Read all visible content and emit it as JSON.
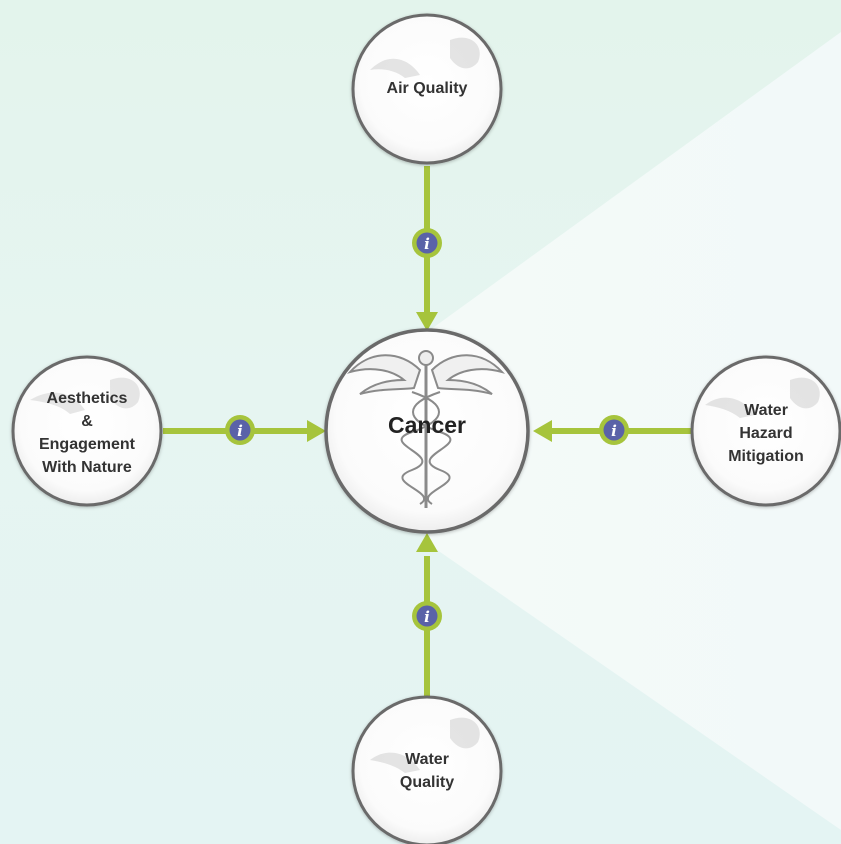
{
  "diagram": {
    "center": {
      "label": "Cancer",
      "icon": "caduceus-icon"
    },
    "nodes": [
      {
        "id": "air-quality",
        "lines": [
          "Air Quality"
        ],
        "direction": "top"
      },
      {
        "id": "aesthetics",
        "lines": [
          "Aesthetics",
          "&",
          "Engagement",
          "With Nature"
        ],
        "direction": "left"
      },
      {
        "id": "water-hazard",
        "lines": [
          "Water",
          "Hazard",
          "Mitigation"
        ],
        "direction": "right"
      },
      {
        "id": "water-quality",
        "lines": [
          "Water",
          "Quality"
        ],
        "direction": "bottom"
      }
    ],
    "info_badge_glyph": "i",
    "colors": {
      "connector": "#a6c43c",
      "info_badge_fill": "#5a62a8",
      "info_badge_ring": "#a6c43c",
      "circle_stroke": "#6b6b6b",
      "circle_fill": "#ffffff"
    }
  }
}
